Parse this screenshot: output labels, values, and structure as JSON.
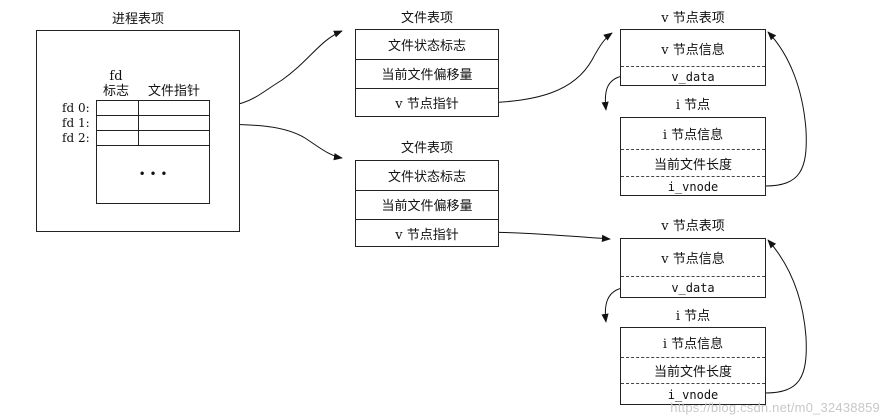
{
  "process_table": {
    "title": "进程表项",
    "fd_flag_header_line1": "fd",
    "fd_flag_header_line2": "标志",
    "file_pointer_header": "文件指针",
    "fd_labels": [
      "fd 0:",
      "fd 1:",
      "fd 2:"
    ],
    "ellipsis": "• • •"
  },
  "file_tables": [
    {
      "title": "文件表项",
      "rows": [
        "文件状态标志",
        "当前文件偏移量",
        "v 节点指针"
      ]
    },
    {
      "title": "文件表项",
      "rows": [
        "文件状态标志",
        "当前文件偏移量",
        "v 节点指针"
      ]
    }
  ],
  "vnode_tables": [
    {
      "v_title": "v 节点表项",
      "v_info": "v 节点信息",
      "v_data": "v_data",
      "i_title": "i 节点",
      "i_info": "i 节点信息",
      "i_size": "当前文件长度",
      "i_vnode": "i_vnode"
    },
    {
      "v_title": "v 节点表项",
      "v_info": "v 节点信息",
      "v_data": "v_data",
      "i_title": "i 节点",
      "i_info": "i 节点信息",
      "i_size": "当前文件长度",
      "i_vnode": "i_vnode"
    }
  ],
  "watermark": "https://blog.csdn.net/m0_32438859"
}
